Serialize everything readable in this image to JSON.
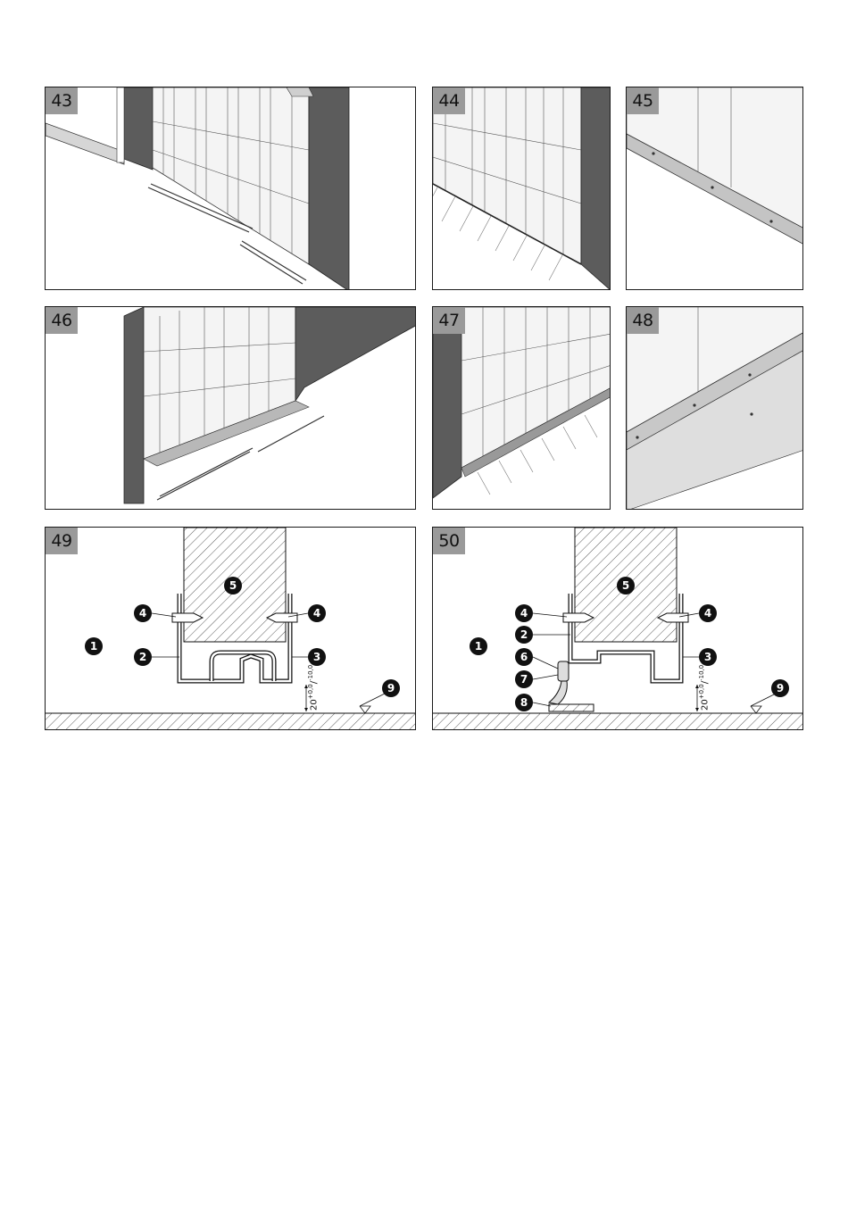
{
  "figures": [
    {
      "number": "43",
      "kind": "isometric"
    },
    {
      "number": "44",
      "kind": "isometric"
    },
    {
      "number": "45",
      "kind": "isometric"
    },
    {
      "number": "46",
      "kind": "isometric"
    },
    {
      "number": "47",
      "kind": "isometric"
    },
    {
      "number": "48",
      "kind": "isometric"
    },
    {
      "number": "49",
      "kind": "section"
    },
    {
      "number": "50",
      "kind": "section"
    }
  ],
  "section_49": {
    "callouts": [
      "4",
      "4",
      "5",
      "1",
      "2",
      "3",
      "9"
    ],
    "dimension": "20",
    "tolerance_upper": "+0,0",
    "tolerance_lower": "-10,0"
  },
  "section_50": {
    "callouts": [
      "4",
      "4",
      "5",
      "1",
      "2",
      "6",
      "3",
      "7",
      "8",
      "9"
    ],
    "dimension": "20",
    "tolerance_upper": "+0,0",
    "tolerance_lower": "-10,0"
  },
  "colors": {
    "wall_dark": "#5c5c5c",
    "wall_light": "#8a8a8a",
    "panel_fill": "#f4f4f4",
    "tag_bg": "#9a9a9a",
    "line": "#1a1a1a"
  }
}
